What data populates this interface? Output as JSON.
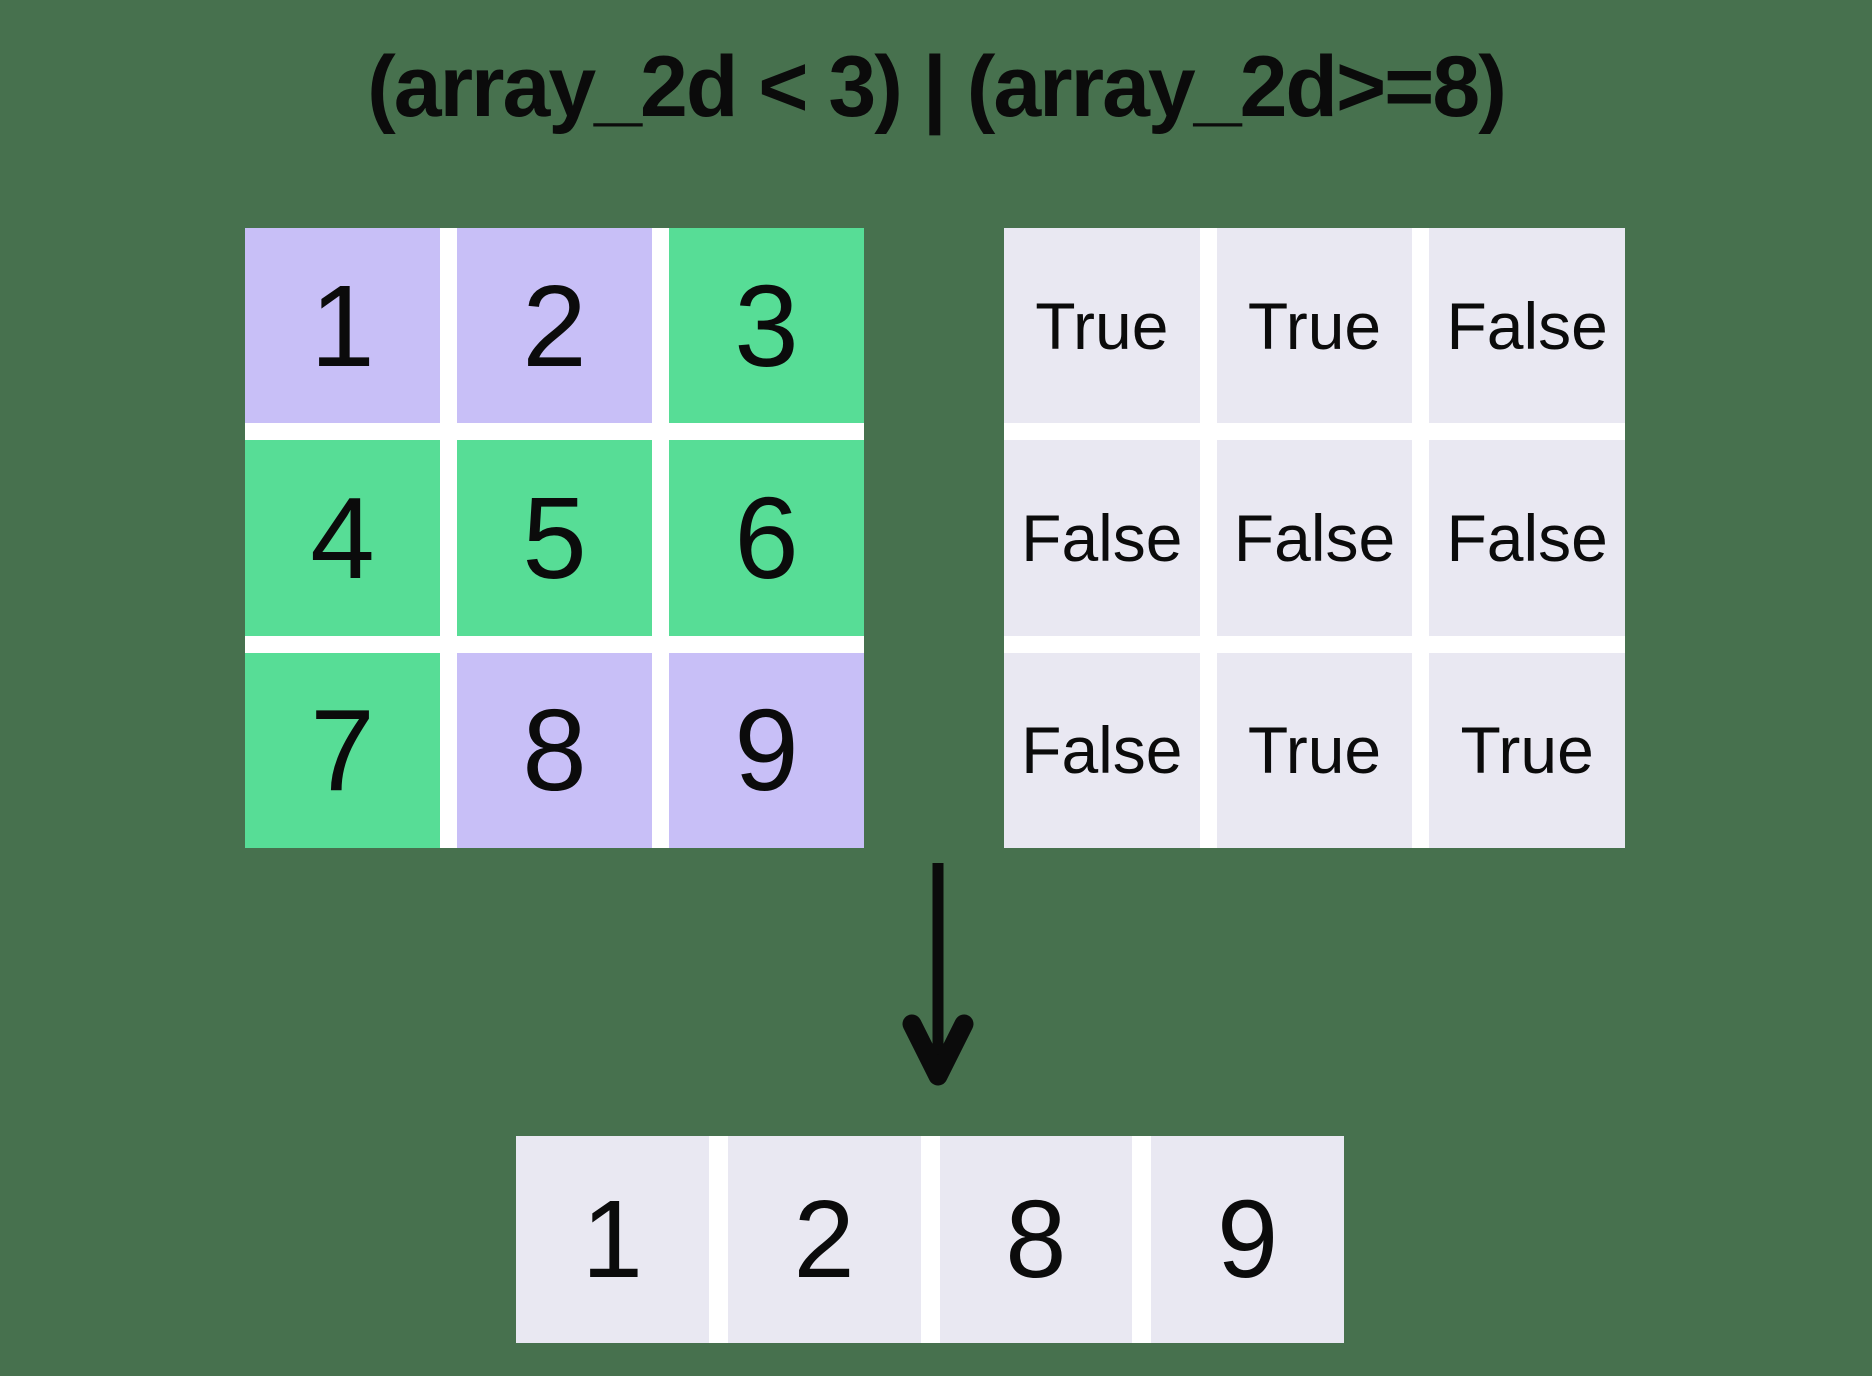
{
  "title": "(array_2d < 3) | (array_2d>=8)",
  "colors": {
    "bg": "#47714E",
    "match": "#C8BFF7",
    "nomatch": "#57DD96",
    "mask_cell": "#E9E8F2",
    "gap": "#FFFFFF",
    "text": "#0B0B0B"
  },
  "input_grid": {
    "rows": 3,
    "cols": 3,
    "cells": [
      {
        "value": "1",
        "state": "match"
      },
      {
        "value": "2",
        "state": "match"
      },
      {
        "value": "3",
        "state": "nomatch"
      },
      {
        "value": "4",
        "state": "nomatch"
      },
      {
        "value": "5",
        "state": "nomatch"
      },
      {
        "value": "6",
        "state": "nomatch"
      },
      {
        "value": "7",
        "state": "nomatch"
      },
      {
        "value": "8",
        "state": "match"
      },
      {
        "value": "9",
        "state": "match"
      }
    ]
  },
  "mask_grid": {
    "rows": 3,
    "cols": 3,
    "cells": [
      "True",
      "True",
      "False",
      "False",
      "False",
      "False",
      "False",
      "True",
      "True"
    ]
  },
  "result_row": {
    "cells": [
      "1",
      "2",
      "8",
      "9"
    ]
  },
  "arrow": {
    "direction": "down"
  }
}
